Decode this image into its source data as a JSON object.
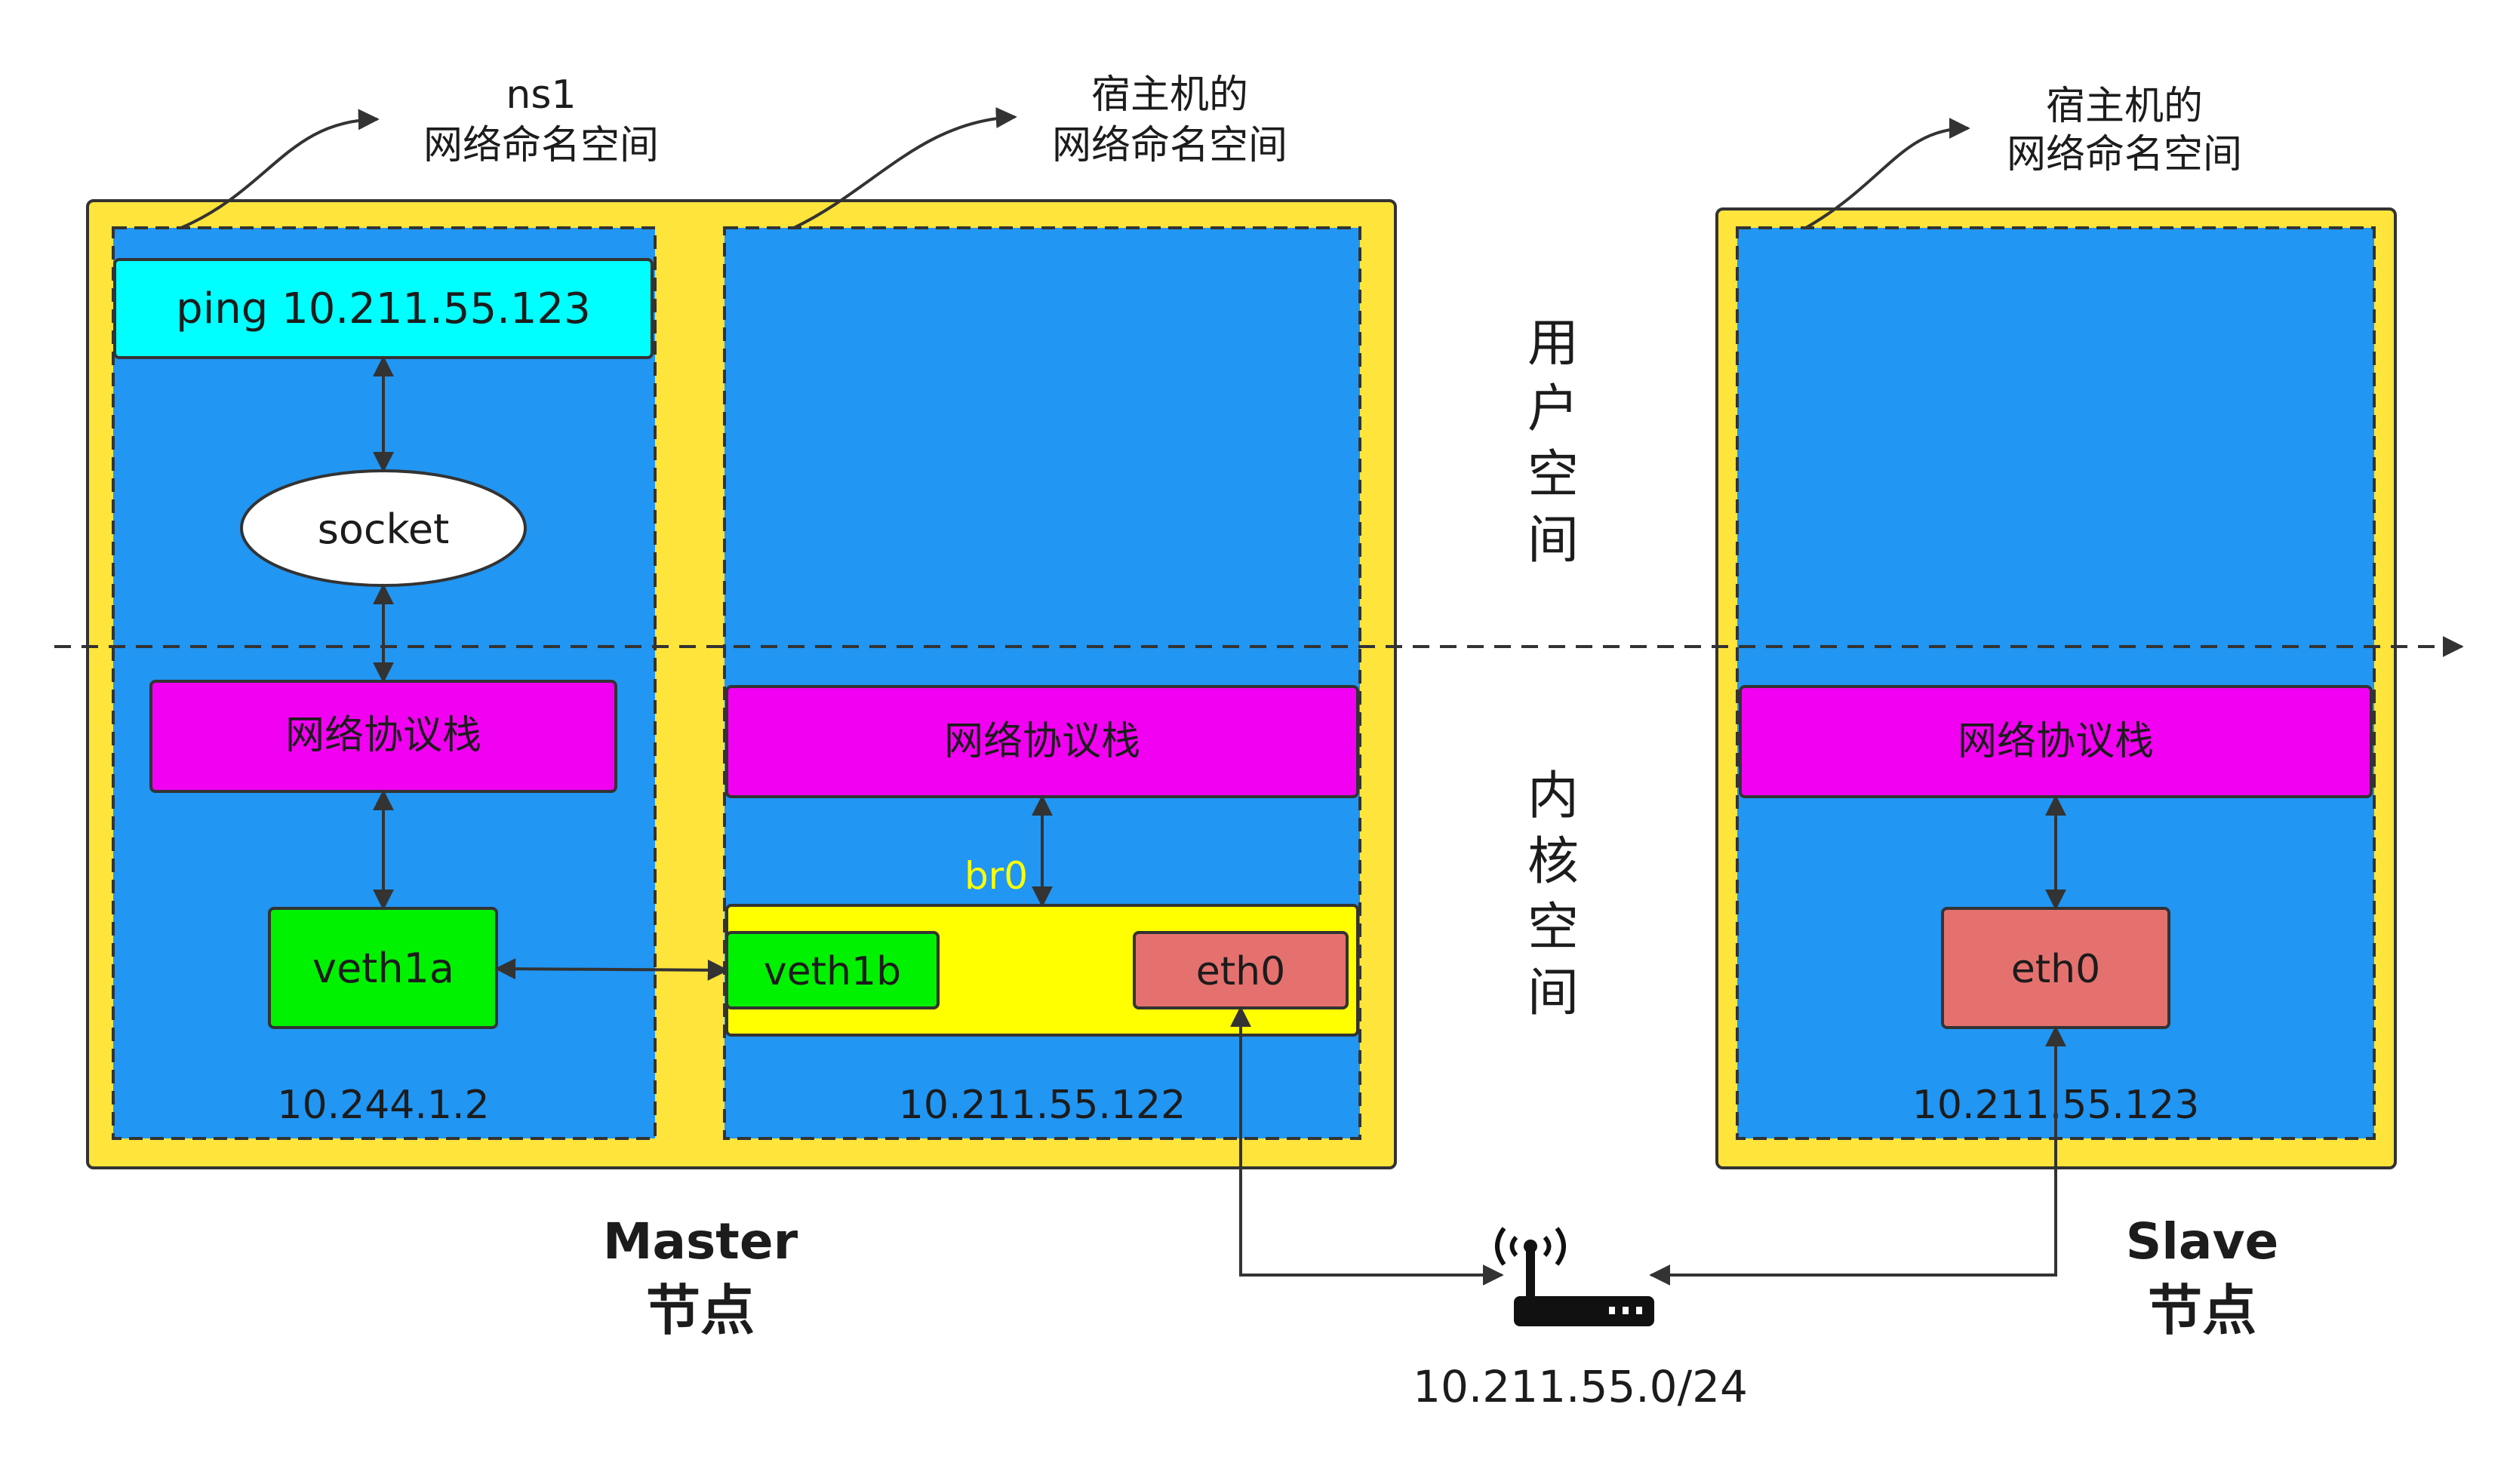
{
  "annotations": {
    "ns1_line1": "ns1",
    "ns1_line2": "网络命名空间",
    "host_master_line1": "宿主机的",
    "host_master_line2": "网络命名空间",
    "host_slave_line1": "宿主机的",
    "host_slave_line2": "网络命名空间"
  },
  "regions": {
    "user_space": [
      "用",
      "户",
      "空",
      "间"
    ],
    "kernel_space": [
      "内",
      "核",
      "空",
      "间"
    ]
  },
  "master": {
    "title": "Master",
    "subtitle": "节点",
    "ns1": {
      "ping": "ping 10.211.55.123",
      "socket": "socket",
      "stack": "网络协议栈",
      "veth": "veth1a",
      "ip": "10.244.1.2"
    },
    "host": {
      "stack": "网络协议栈",
      "bridge": "br0",
      "veth": "veth1b",
      "eth": "eth0",
      "ip": "10.211.55.122"
    }
  },
  "slave": {
    "title": "Slave",
    "subtitle": "节点",
    "host": {
      "stack": "网络协议栈",
      "eth": "eth0",
      "ip": "10.211.55.123"
    }
  },
  "network": {
    "subnet": "10.211.55.0/24",
    "router_icon": "router-icon"
  },
  "colors": {
    "node_bg": "#FFE43B",
    "namespace_bg": "#2196F3",
    "ping_bg": "#00FFFF",
    "stack_bg": "#F200F2",
    "veth_bg": "#00F200",
    "eth_bg": "#E5716F",
    "bridge_bg": "#FFFF00",
    "bridge_label": "#FFFF00",
    "line": "#333333"
  }
}
